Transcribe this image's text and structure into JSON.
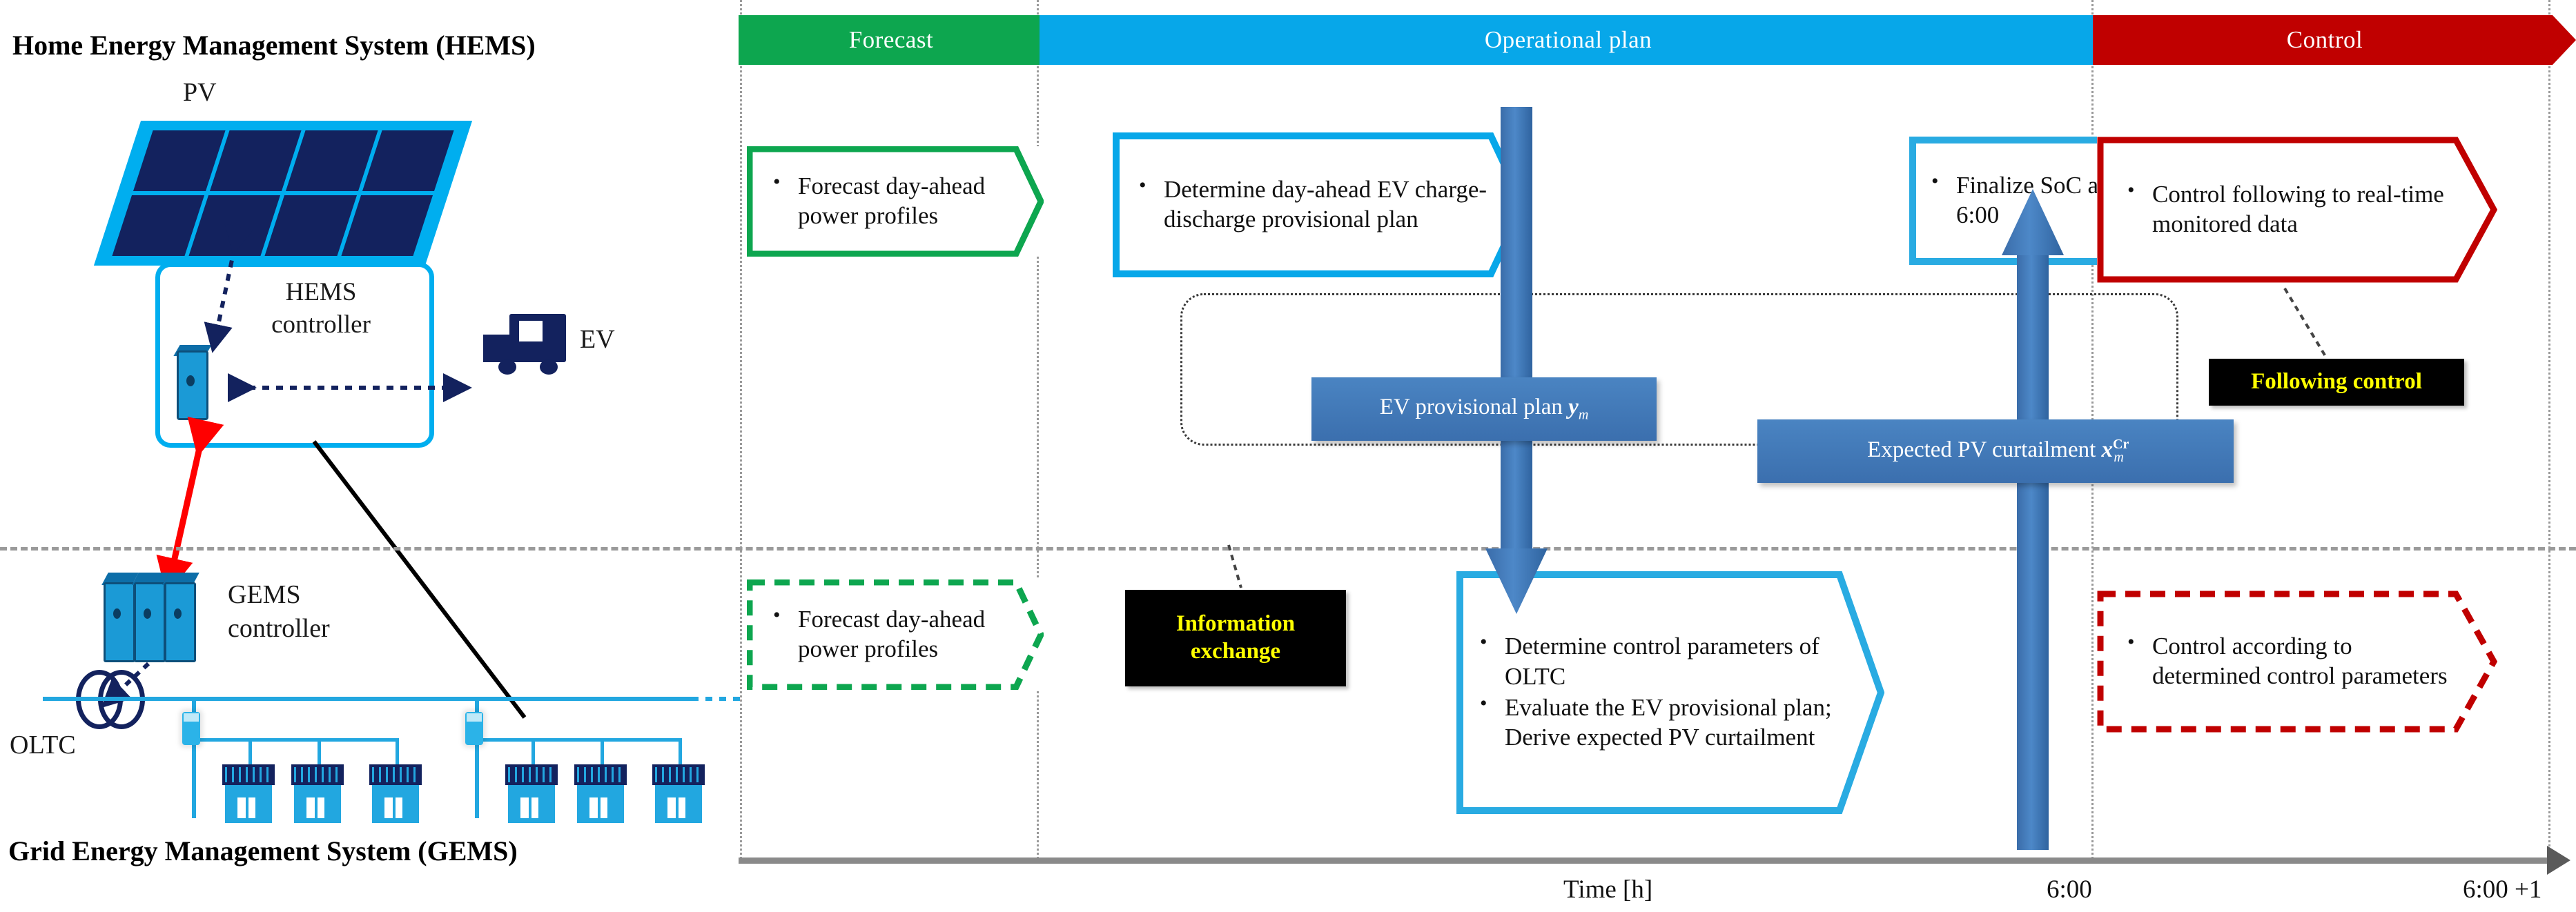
{
  "left": {
    "hems_title": "Home Energy Management System (HEMS)",
    "gems_title": "Grid Energy Management System (GEMS)",
    "pv_label": "PV",
    "hems_controller_label": "HEMS\ncontroller",
    "hems_controller_line1": "HEMS",
    "hems_controller_line2": "controller",
    "ev_label": "EV",
    "gems_controller_line1": "GEMS",
    "gems_controller_line2": "controller",
    "oltc_label": "OLTC"
  },
  "timeline": {
    "phases": [
      {
        "name": "forecast",
        "label": "Forecast",
        "color": "#0DA64F"
      },
      {
        "name": "operational-plan",
        "label": "Operational plan",
        "color": "#07A7E9"
      },
      {
        "name": "control",
        "label": "Control",
        "color": "#C00000"
      }
    ],
    "axis": {
      "title": "Time [h]",
      "ticks": [
        "6:00",
        "6:00 +1"
      ]
    }
  },
  "hems_row": {
    "forecast_box": {
      "items": [
        "Forecast day-ahead power profiles"
      ],
      "color": "#0DA64F",
      "style": "solid"
    },
    "plan_box": {
      "items": [
        "Determine day-ahead EV charge-discharge provisional plan"
      ],
      "color": "#07A7E9",
      "style": "solid"
    },
    "finalize_box": {
      "items": [
        "Finalize SoC at 6:00"
      ],
      "color": "#07A7E9",
      "style": "solid"
    },
    "control_box": {
      "items": [
        "Control following to real-time monitored data"
      ],
      "color": "#C00000",
      "style": "solid"
    }
  },
  "gems_row": {
    "forecast_box": {
      "items": [
        "Forecast day-ahead power profiles"
      ],
      "color": "#0DA64F",
      "style": "dashed"
    },
    "plan_box": {
      "items": [
        "Determine control parameters of OLTC",
        "Evaluate the EV provisional plan; Derive expected PV curtailment"
      ],
      "color": "#07A7E9",
      "style": "solid"
    },
    "control_box": {
      "items": [
        "Control according to determined control parameters"
      ],
      "color": "#C00000",
      "style": "dashed"
    }
  },
  "exchange": {
    "down_chip": {
      "text": "EV provisional plan ",
      "symbol": "y",
      "sub": "m",
      "sup": ""
    },
    "up_chip": {
      "text": "Expected PV curtailment ",
      "symbol": "x",
      "sub": "m",
      "sup": "Cr"
    },
    "callout_info": "Information\nexchange",
    "callout_info_line1": "Information",
    "callout_info_line2": "exchange",
    "callout_following": "Following control"
  }
}
